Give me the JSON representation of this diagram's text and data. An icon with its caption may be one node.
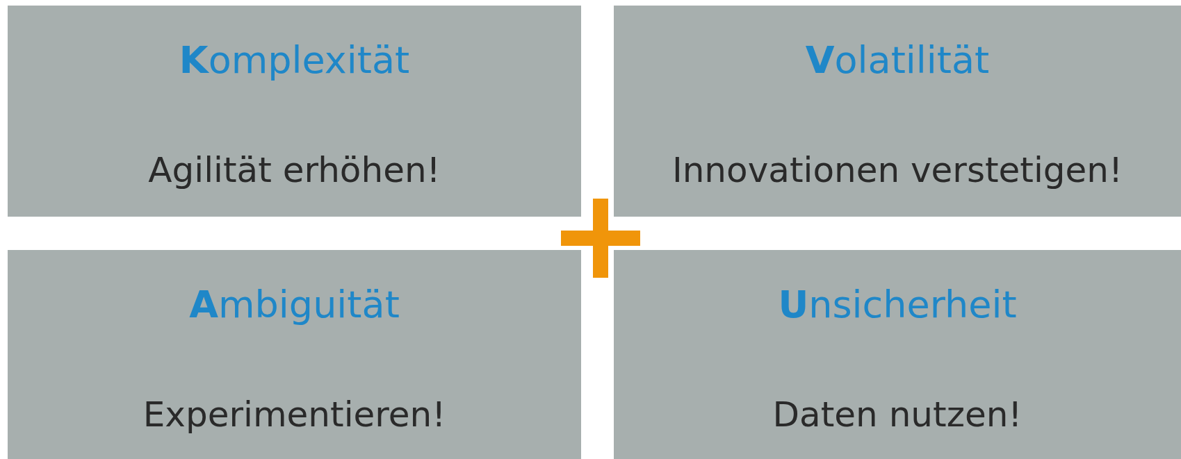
{
  "diagram": {
    "nodes": [
      {
        "text": [
          "**K**omplexität",
          "Agilität erhöhen!"
        ]
      },
      {
        "text": [
          "**V**olatilität",
          "Innovationen verstetigen!"
        ]
      },
      {
        "text": [
          "**A**mbiguität",
          "Experimentieren!"
        ]
      },
      {
        "text": [
          "**U**nsicherheit",
          "Daten nutzen!"
        ]
      }
    ]
  }
}
